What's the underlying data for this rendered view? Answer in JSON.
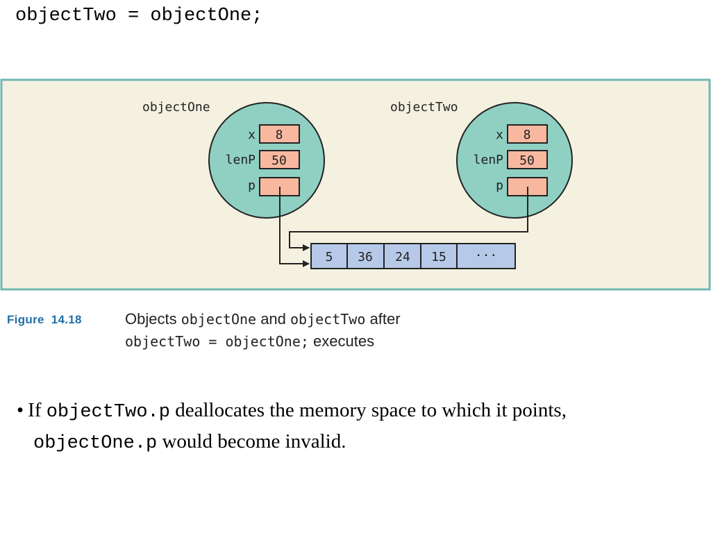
{
  "slide": {
    "code_title": "objectTwo = objectOne;"
  },
  "diagram": {
    "objects": [
      {
        "name": "objectOne",
        "fields": [
          {
            "label": "x",
            "value": "8"
          },
          {
            "label": "lenP",
            "value": "50"
          },
          {
            "label": "p",
            "value": ""
          }
        ]
      },
      {
        "name": "objectTwo",
        "fields": [
          {
            "label": "x",
            "value": "8"
          },
          {
            "label": "lenP",
            "value": "50"
          },
          {
            "label": "p",
            "value": ""
          }
        ]
      }
    ],
    "array_cells": [
      "5",
      "36",
      "24",
      "15",
      "···"
    ],
    "colors": {
      "background": "#f5f1e1",
      "border": "#6fb8b4",
      "circle_fill": "#8fd0c2",
      "field_fill": "#f8b8a0",
      "array_fill": "#b7c9e8"
    }
  },
  "figure": {
    "label": "Figure",
    "number": "14.18",
    "caption_line1_part1": "Objects ",
    "caption_line1_code1": "objectOne",
    "caption_line1_part2": " and ",
    "caption_line1_code2": "objectTwo",
    "caption_line1_part3": " after",
    "caption_line2_code": "objectTwo = objectOne;",
    "caption_line2_part": " executes"
  },
  "bullet": {
    "symbol": "•",
    "word_if": "If ",
    "code1": "objectTwo.p",
    "text1": " deallocates the memory space to which it points,",
    "code2": "objectOne.p",
    "text2": " would become invalid."
  }
}
